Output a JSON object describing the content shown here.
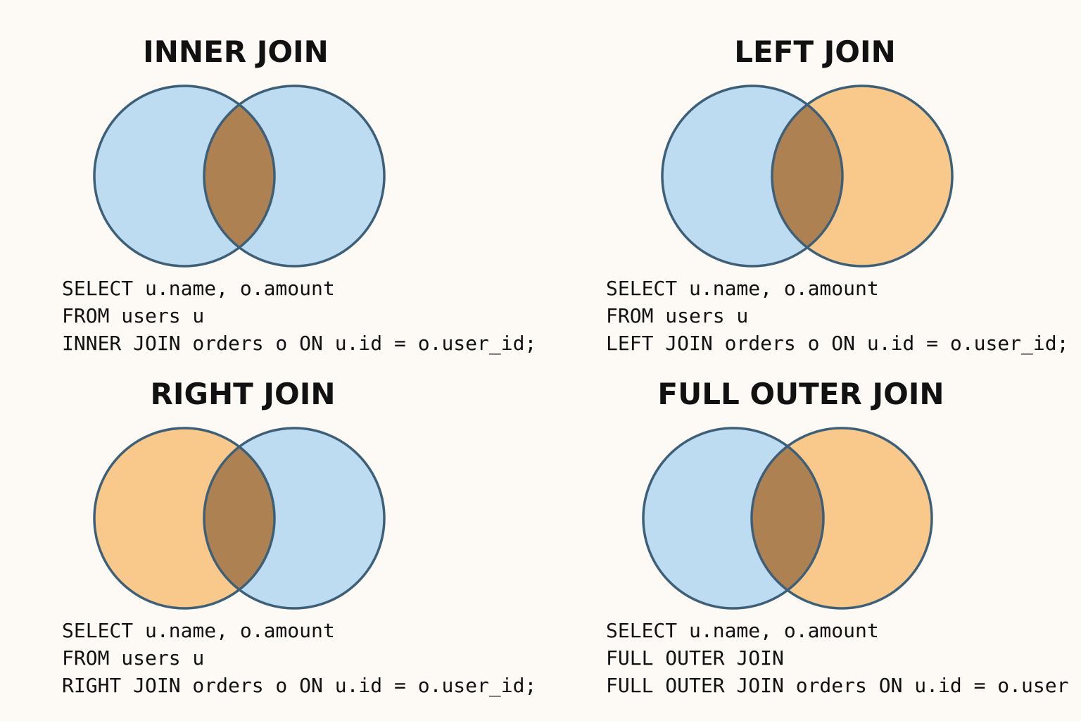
{
  "colors": {
    "background": "#fdfaf6",
    "table_blue": "#bddcf1",
    "table_orange": "#f8c98a",
    "overlap_brown": "#ad8152",
    "outline": "#3d5f78",
    "text": "#111111"
  },
  "panels": [
    {
      "title": "INNER JOIN",
      "left_fill": "#bddcf1",
      "right_fill": "#bddcf1",
      "overlap_fill": "#ad8152",
      "code": [
        "SELECT u.name, o.amount",
        "FROM users u",
        "INNER JOIN orders o ON u.id = o.user_id;"
      ]
    },
    {
      "title": "LEFT JOIN",
      "left_fill": "#bddcf1",
      "right_fill": "#f8c98a",
      "overlap_fill": "#ad8152",
      "code": [
        "SELECT u.name, o.amount",
        "FROM users u",
        "LEFT JOIN orders o ON u.id = o.user_id;"
      ]
    },
    {
      "title": "RIGHT JOIN",
      "left_fill": "#f8c98a",
      "right_fill": "#bddcf1",
      "overlap_fill": "#ad8152",
      "code": [
        "SELECT u.name, o.amount",
        "FROM users u",
        "RIGHT JOIN orders o ON u.id = o.user_id;"
      ]
    },
    {
      "title": "FULL OUTER JOIN",
      "left_fill": "#bddcf1",
      "right_fill": "#f8c98a",
      "overlap_fill": "#ad8152",
      "code": [
        "SELECT u.name, o.amount",
        "FULL OUTER JOIN",
        "FULL OUTER JOIN orders ON u.id = o.user"
      ]
    }
  ]
}
